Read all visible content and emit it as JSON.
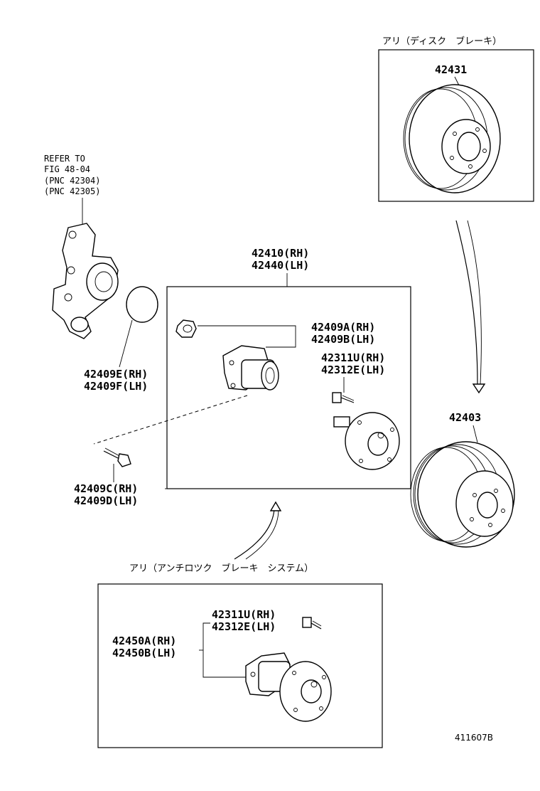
{
  "callouts": {
    "disc_brake_option": "アリ（ディスク　ブレーキ）",
    "abs_option": "アリ（アンチロツク　ブレーキ　システム）",
    "refer": [
      "REFER TO",
      "FIG 48-04",
      "(PNC 42304)",
      "(PNC 42305)"
    ]
  },
  "parts": {
    "p42431": "42431",
    "p42403": "42403",
    "hub_assy": [
      "42410(RH)",
      "42440(LH)"
    ],
    "nut": [
      "42409A(RH)",
      "42409B(LH)"
    ],
    "bolt_top": [
      "42311U(RH)",
      "42312E(LH)"
    ],
    "o_ring": [
      "42409E(RH)",
      "42409F(LH)"
    ],
    "bolt_side": [
      "42409C(RH)",
      "42409D(LH)"
    ],
    "abs_bolt": [
      "42311U(RH)",
      "42312E(LH)"
    ],
    "abs_hub": [
      "42450A(RH)",
      "42450B(LH)"
    ]
  },
  "figure_code": "411607B"
}
